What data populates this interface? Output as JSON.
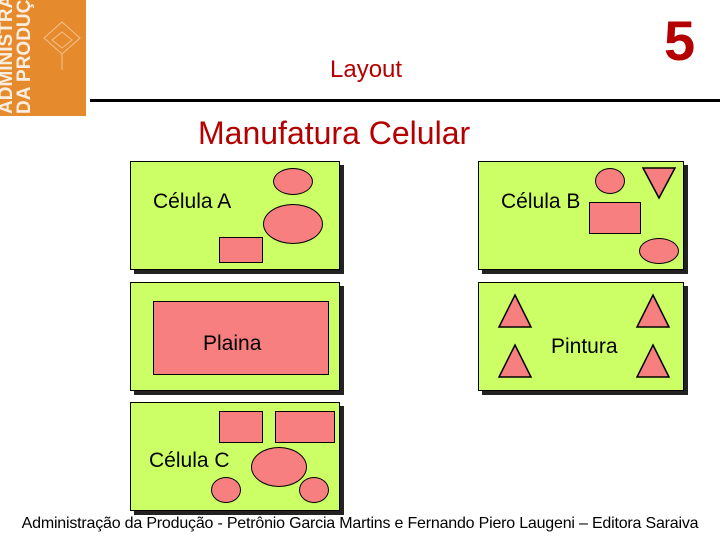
{
  "header": {
    "chapter_number": "5",
    "slide_title": "Layout",
    "main_title": "Manufatura Celular",
    "cover_text_line1": "ADMINISTRAÇÃO",
    "cover_text_line2": "DA PRODUÇÃO"
  },
  "cells": {
    "cell_a_label": "Célula A",
    "cell_b_label": "Célula B",
    "plaina_label": "Plaina",
    "pintura_label": "Pintura",
    "cell_c_label": "Célula C"
  },
  "footer": {
    "text": "Administração da Produção - Petrônio Garcia Martins e Fernando Piero Laugeni – Editora Saraiva"
  },
  "colors": {
    "cell_fill": "#ccff66",
    "machine_fill": "#f77f7f",
    "title_color": "#b40000",
    "cover_color": "#e58b2e"
  }
}
